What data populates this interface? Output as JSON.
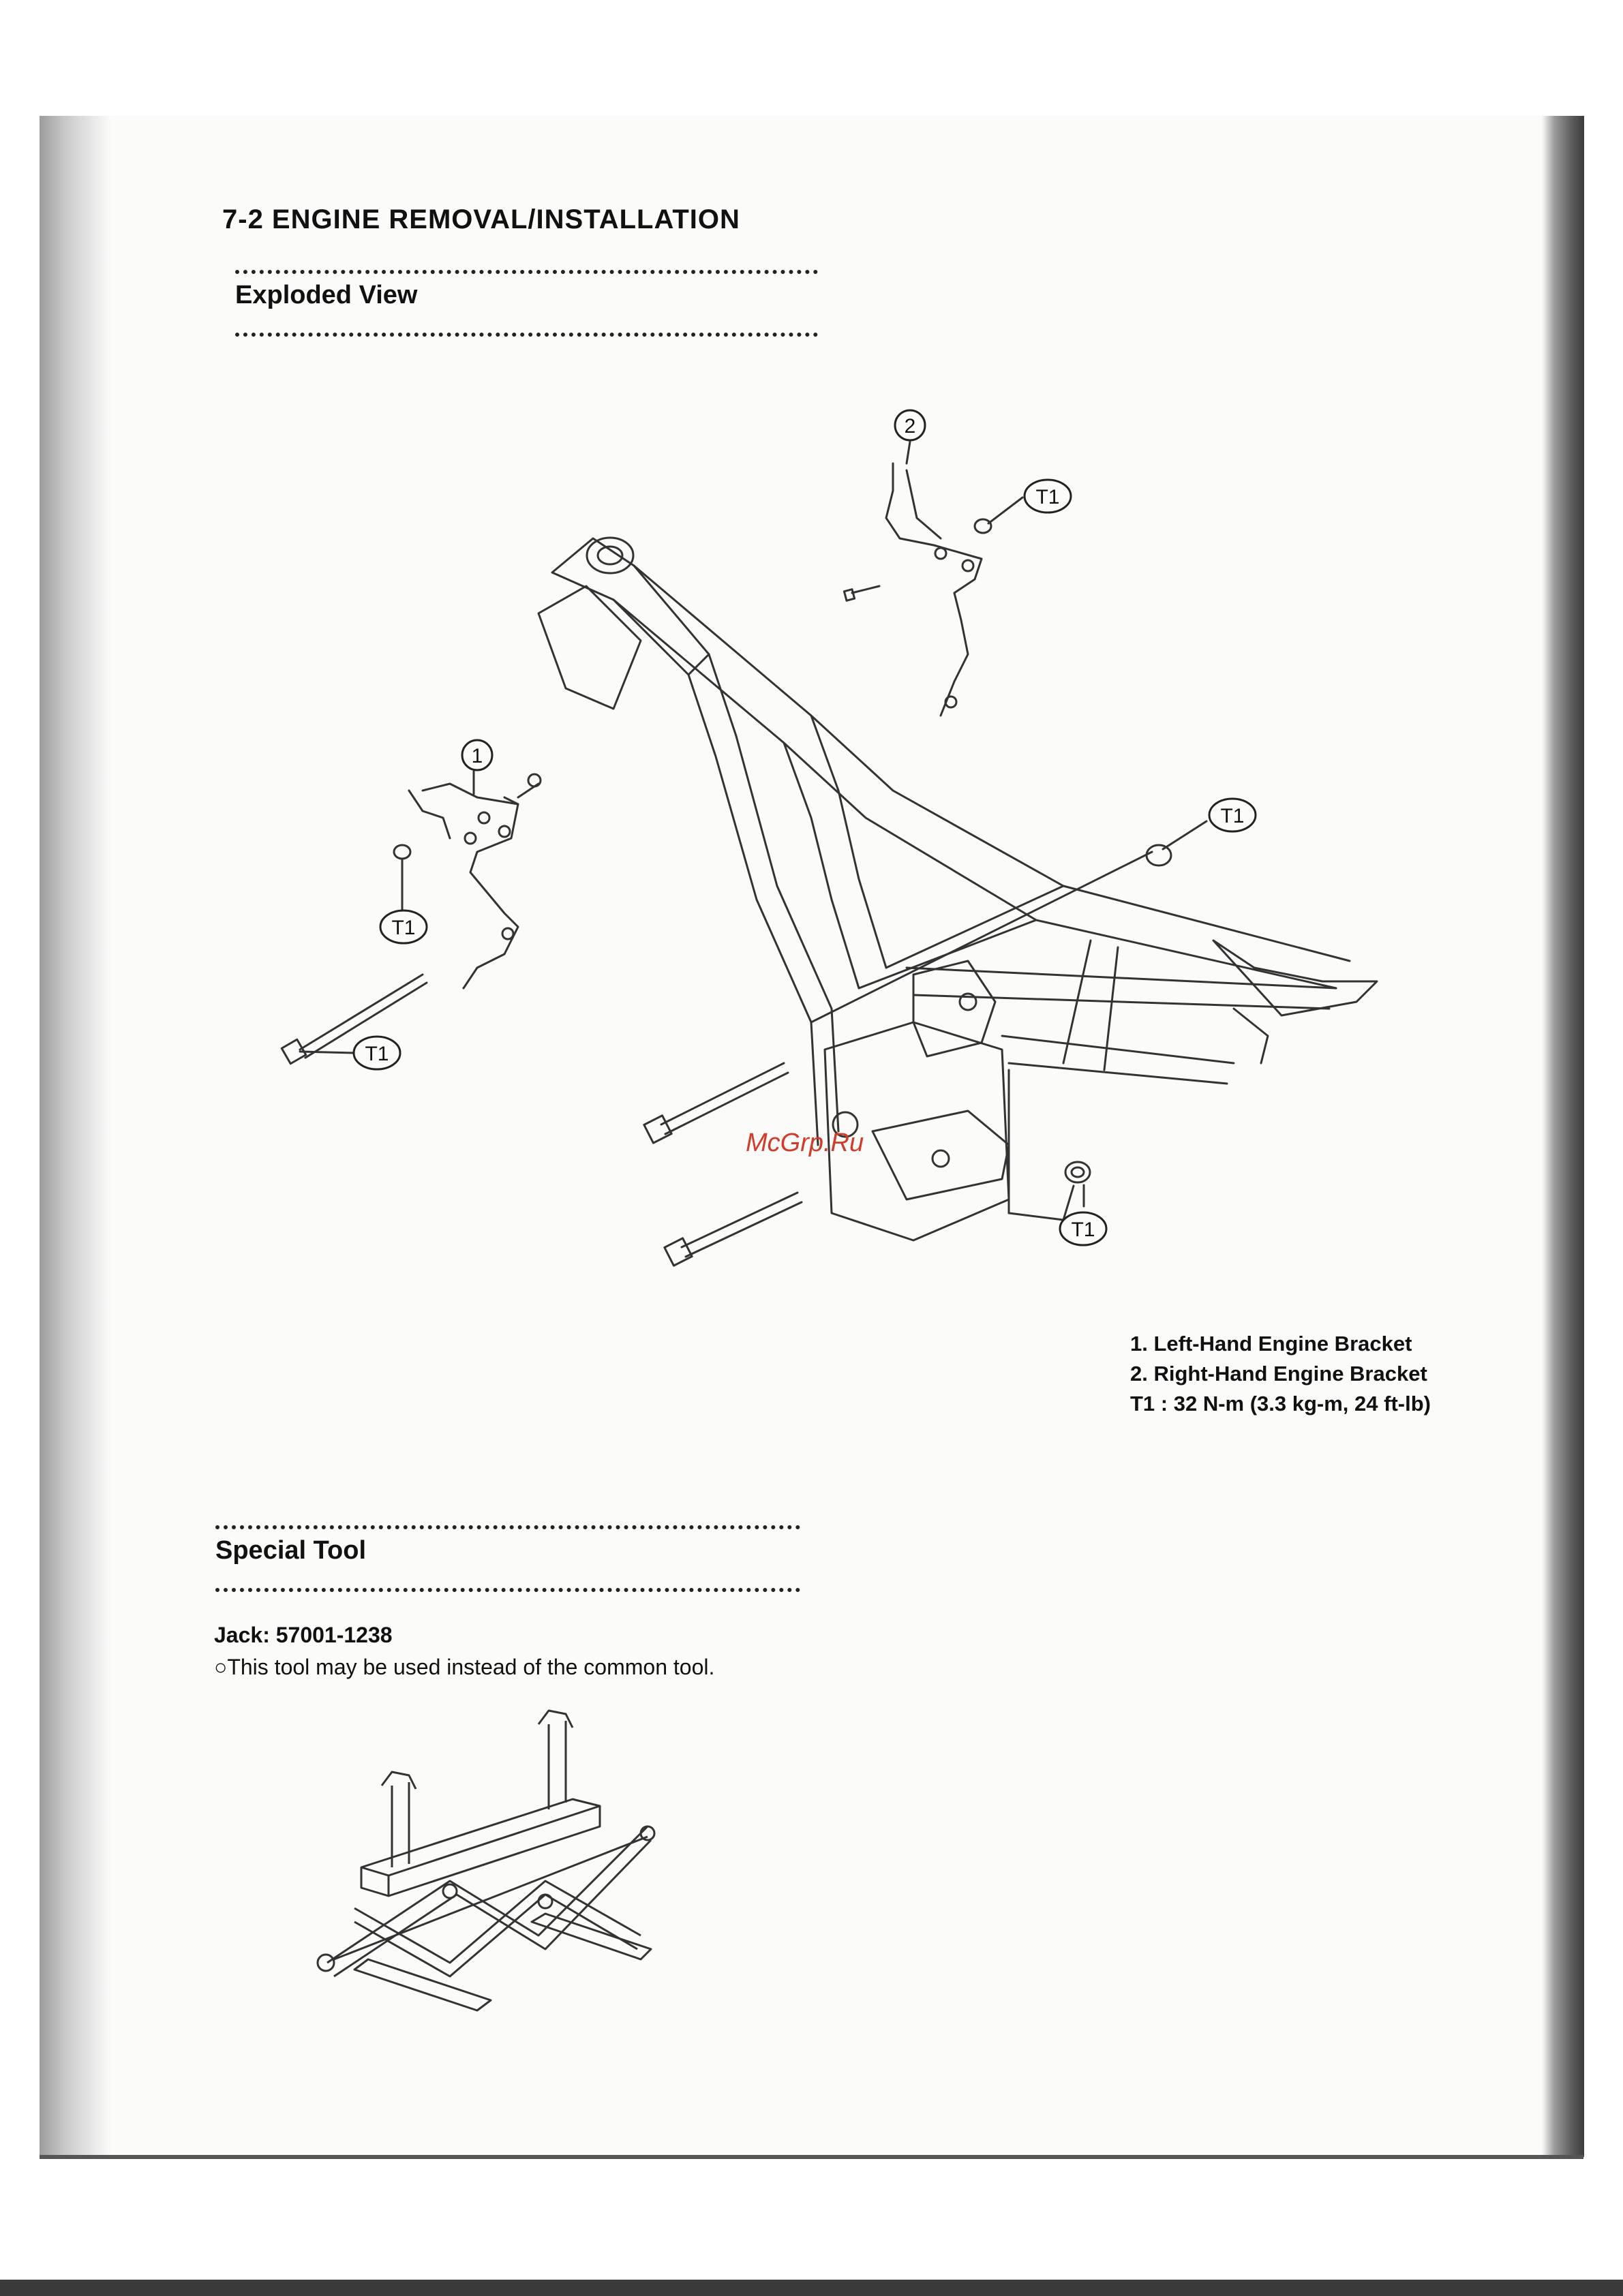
{
  "page": {
    "title": "7-2 ENGINE REMOVAL/INSTALLATION",
    "watermark": "McGrp.Ru"
  },
  "exploded_view": {
    "heading": "Exploded View",
    "callouts": {
      "left_bracket": "1",
      "right_bracket": "2",
      "torque": "T1"
    },
    "legend": [
      "1.  Left-Hand Engine Bracket",
      "2.  Right-Hand Engine Bracket",
      "T1 : 32 N-m (3.3 kg-m, 24 ft-lb)"
    ]
  },
  "special_tool": {
    "heading": "Special Tool",
    "jack_line": "Jack:  57001-1238",
    "note": "○This tool may be used instead of the common tool."
  }
}
